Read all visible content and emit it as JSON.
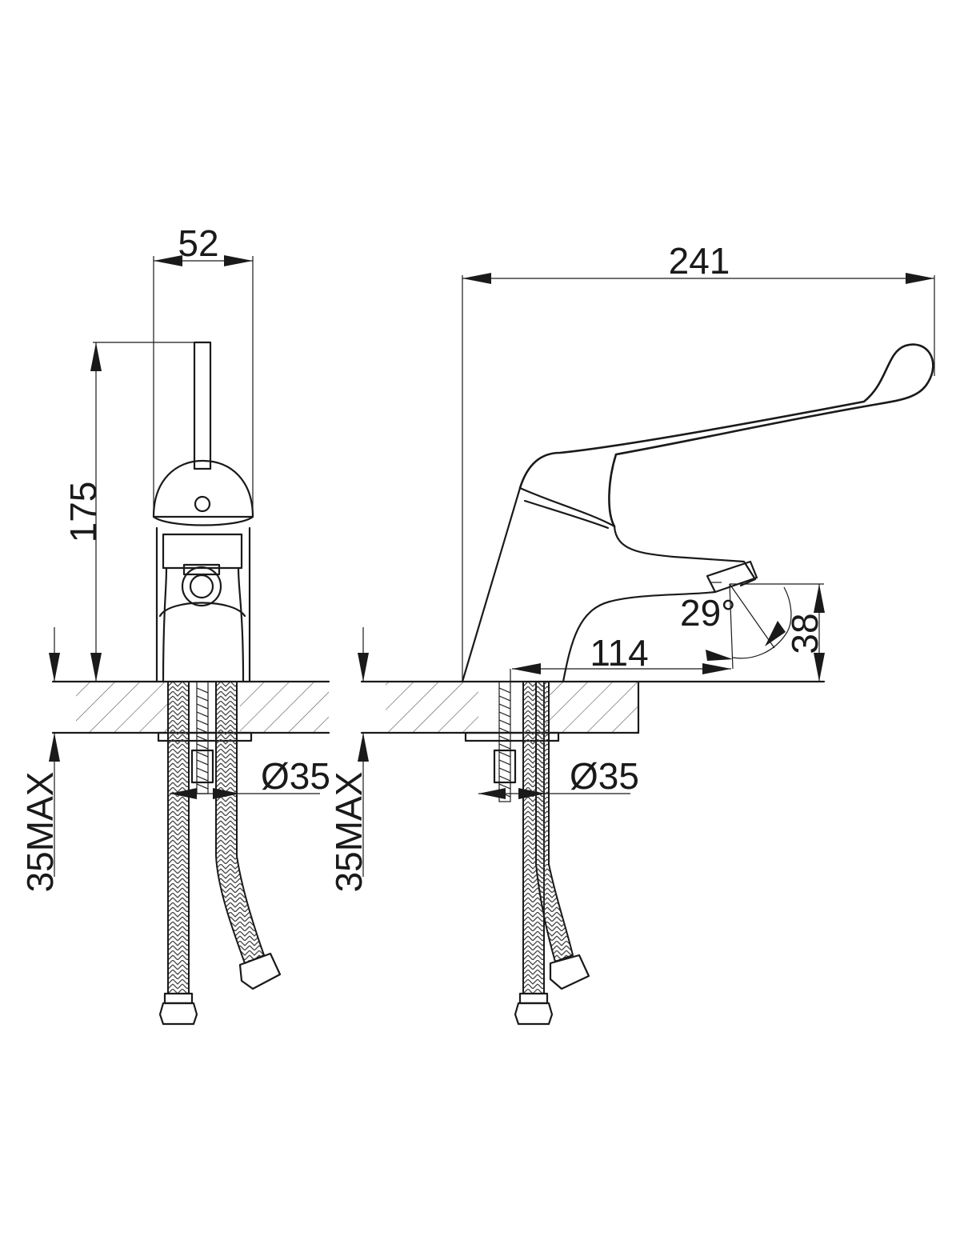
{
  "front_view": {
    "width_label": "52",
    "height_label": "175",
    "deck_thickness_label": "35MAX",
    "hole_diameter_label": "Ø35"
  },
  "side_view": {
    "length_label": "241",
    "spout_reach_label": "114",
    "spout_height_label": "38",
    "spout_angle_label": "29°",
    "deck_thickness_label": "35MAX",
    "hole_diameter_label": "Ø35"
  }
}
